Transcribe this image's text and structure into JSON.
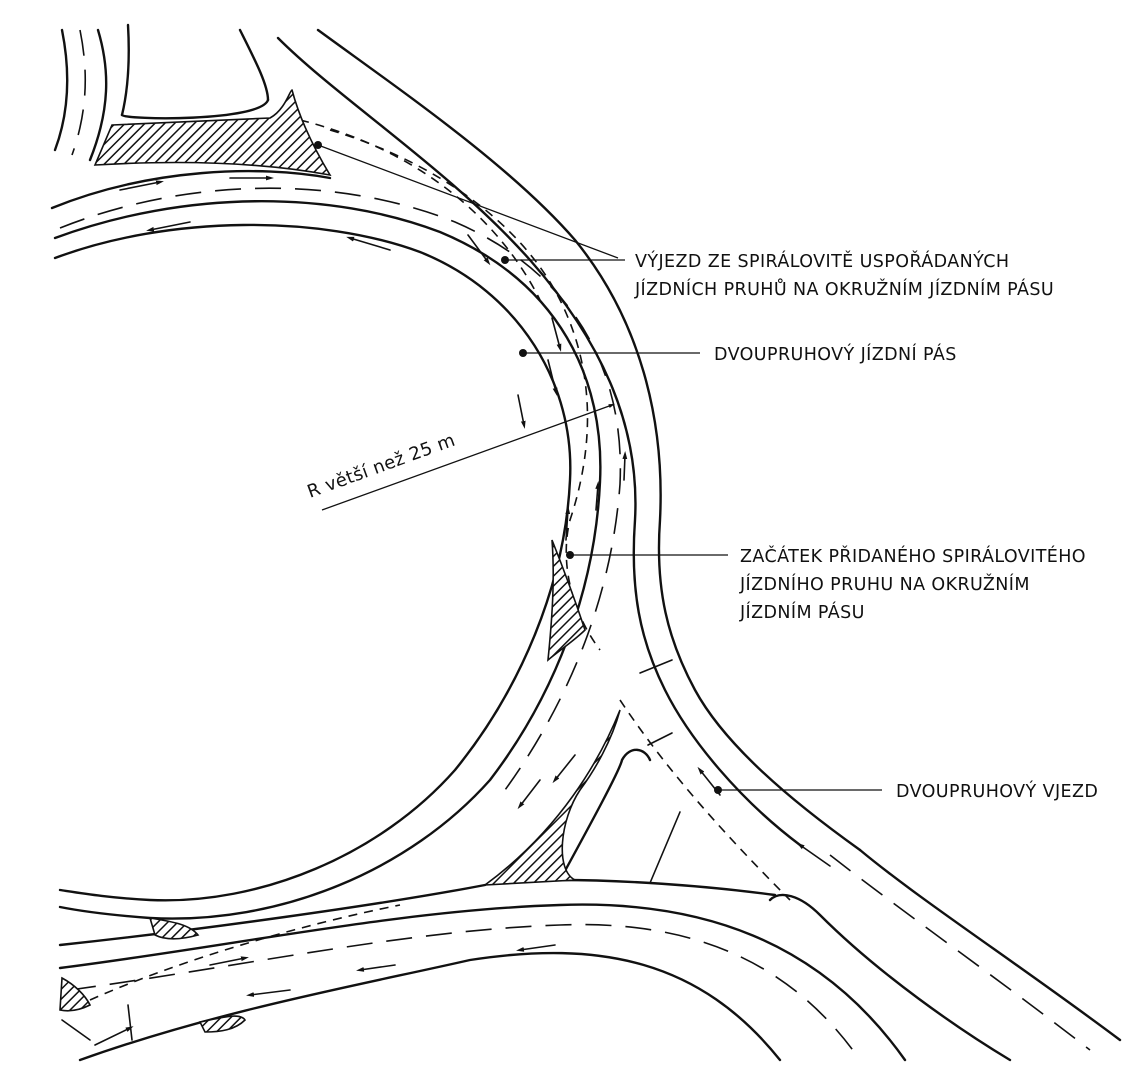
{
  "diagram": {
    "labels": {
      "exit_line1": "VÝJEZD ZE SPIRÁLOVITĚ USPOŘÁDANÝCH",
      "exit_line2": "JÍZDNÍCH PRUHŮ NA OKRUŽNÍM JÍZDNÍM PÁSU",
      "two_lane_carriageway": "DVOUPRUHOVÝ JÍZDNÍ PÁS",
      "spiral_start_line1": "ZAČÁTEK PŘIDANÉHO SPIRÁLOVITÉHO",
      "spiral_start_line2": "JÍZDNÍHO PRUHU NA OKRUŽNÍM",
      "spiral_start_line3": "JÍZDNÍM PÁSU",
      "two_lane_entry": "DVOUPRUHOVÝ VJEZD",
      "radius": "R větší než    25 m"
    }
  }
}
